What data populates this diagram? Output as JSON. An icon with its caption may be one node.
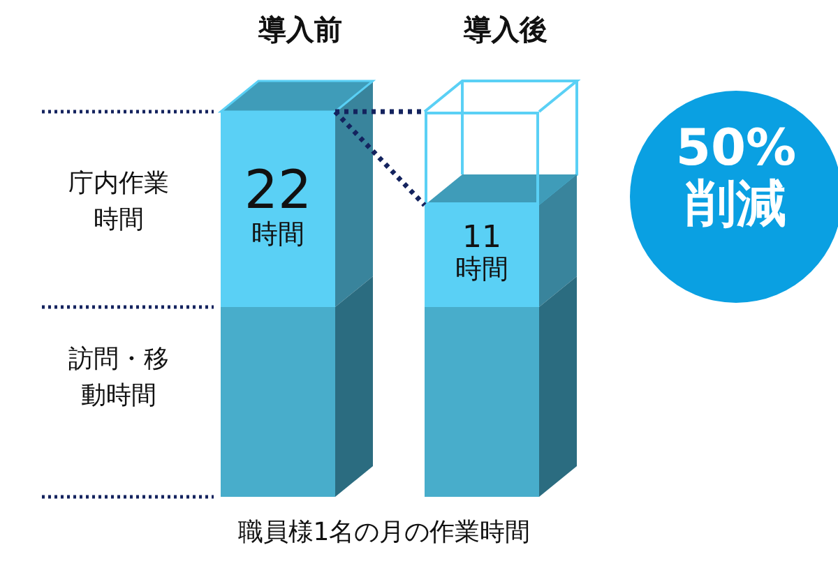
{
  "diagram": {
    "nodes": [
      {
        "text": [
          "22",
          "時間"
        ]
      },
      {
        "text": [],
        "shape": "box"
      },
      {
        "text": [],
        "shape": "box"
      },
      {
        "text": [
          "11",
          "時間"
        ]
      },
      {
        "text": [],
        "shape": "box"
      },
      {
        "text": [
          "50%",
          "削減"
        ]
      }
    ],
    "edges": [
      {
        "from": 0,
        "to": 2,
        "arrow": "none",
        "style": "dashed"
      },
      {
        "from": 0,
        "to": 3,
        "arrow": "none",
        "style": "dashed"
      }
    ],
    "labels": [
      "導入前",
      "導入後",
      "庁内作業時間",
      "訪問・移動時間",
      "職員様1名の月の作業時間"
    ]
  }
}
